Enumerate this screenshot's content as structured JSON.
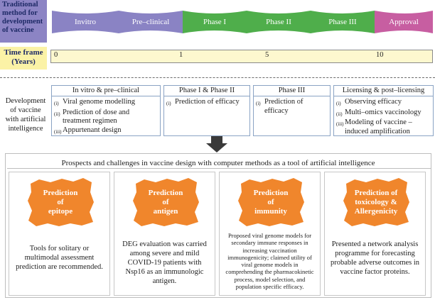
{
  "top": {
    "traditional_label": "Traditional method for development of vaccine",
    "stages": [
      {
        "label": "Invitro",
        "color": "#8a83c4"
      },
      {
        "label": "Pre–clinical",
        "color": "#8a83c4"
      },
      {
        "label": "Phase I",
        "color": "#4fae4b"
      },
      {
        "label": "Phase II",
        "color": "#4fae4b"
      },
      {
        "label": "Phase III",
        "color": "#4fae4b"
      },
      {
        "label": "Approval",
        "color": "#c75ea1"
      }
    ],
    "time_frame_label": "Time frame (Years)",
    "ticks": [
      "0",
      "1",
      "5",
      "10"
    ]
  },
  "middle": {
    "dev_label": "Development of vaccine with artificial intelligence",
    "boxes": [
      {
        "title": "In vitro & pre–clinical",
        "items": [
          {
            "num": "(i)",
            "text": "Viral genome modelling"
          },
          {
            "num": "(ii)",
            "text": "Prediction of dose and treatment regimen"
          },
          {
            "num": "(iii)",
            "text": "Appurtenant design"
          }
        ]
      },
      {
        "title": "Phase I & Phase II",
        "items": [
          {
            "num": "(i)",
            "text": "Prediction of efficacy"
          }
        ]
      },
      {
        "title": "Phase III",
        "items": [
          {
            "num": "(i)",
            "text": "Prediction of efficacy"
          }
        ]
      },
      {
        "title": "Licensing & post–licensing",
        "items": [
          {
            "num": "(i)",
            "text": "Observing efficacy"
          },
          {
            "num": "(ii)",
            "text": "Multi–omics vaccinology"
          },
          {
            "num": "(iii)",
            "text": "Modeling of vaccine –induced amplification"
          }
        ]
      }
    ]
  },
  "bottom": {
    "title": "Prospects and challenges in vaccine design with computer methods as a tool of artificial intelligence",
    "columns": [
      {
        "heading": [
          "Prediction",
          "of",
          "epitope"
        ],
        "desc": "Tools for solitary or multimodal assessment prediction are recommended."
      },
      {
        "heading": [
          "Prediction",
          "of",
          "antigen"
        ],
        "desc": "DEG evaluation was carried among severe and mild COVID-19 patients with Nsp16 as an immunologic antigen."
      },
      {
        "heading": [
          "Prediction",
          "of",
          "immunity"
        ],
        "desc": "Proposed viral genome models for secondary immune responses in increasing vaccination immunogenicity; claimed utility of viral genome models in comprehending the pharmacokinetic process, model selection, and population specific efficacy."
      },
      {
        "heading": [
          "Prediction of",
          "toxicology &",
          "Allergenicity"
        ],
        "desc": "Presented a network analysis programme for forecasting probable adverse outcomes in vaccine factor proteins."
      }
    ]
  },
  "colors": {
    "purple": "#8a83c4",
    "green": "#4fae4b",
    "pink": "#c75ea1",
    "orange": "#f0862c",
    "yellow": "#fbf2a6"
  }
}
